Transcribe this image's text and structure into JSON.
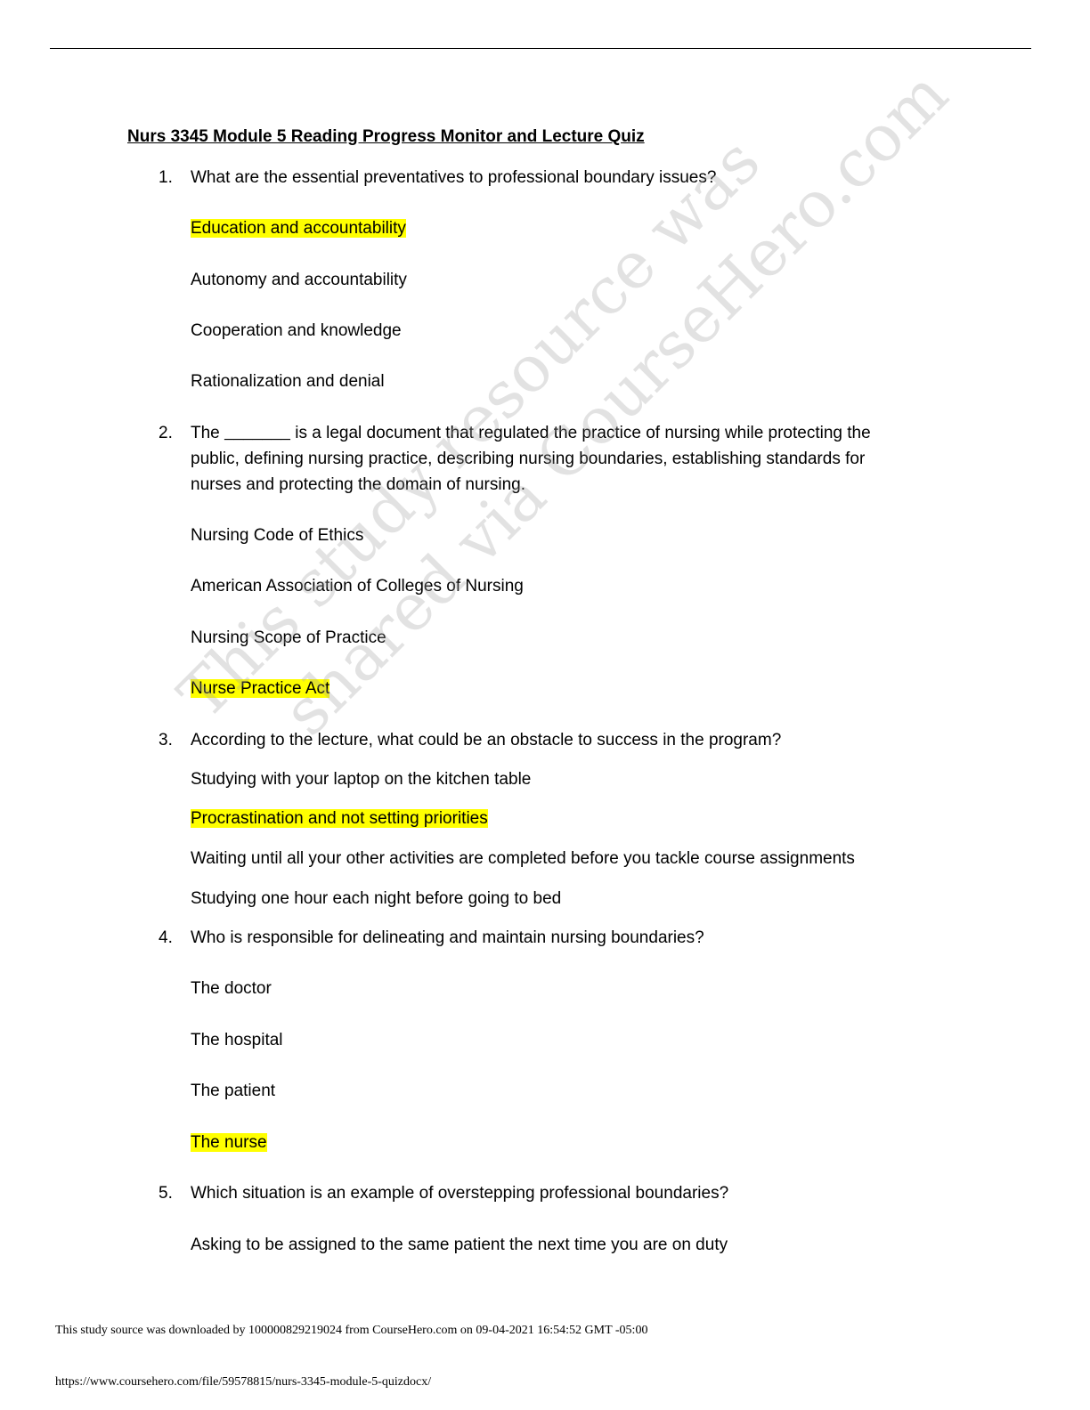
{
  "title": "Nurs 3345 Module 5 Reading Progress Monitor and Lecture Quiz",
  "questions": [
    {
      "number": "1.",
      "text": "What are the essential preventatives to professional boundary issues?",
      "options": [
        "Education and accountability",
        "Autonomy and accountability",
        "Cooperation and knowledge",
        "Rationalization and denial"
      ]
    },
    {
      "number": "2.",
      "text_before_blank": "The ",
      "blank": "_______",
      "text_after_blank": " is a legal document that regulated the practice of nursing while protecting the",
      "text_line2": "public, defining nursing practice, describing nursing boundaries, establishing standards for",
      "text_line3": "nurses and protecting the domain of nursing.",
      "options": [
        "Nursing Code of Ethics",
        "American Association of Colleges of Nursing",
        "Nursing Scope of Practice",
        "Nurse Practice Act"
      ]
    },
    {
      "number": "3.",
      "text": "According to the lecture, what could be an obstacle to success in the program?",
      "options": [
        "Studying with your laptop on the kitchen table",
        "Procrastination and not setting priorities",
        "Waiting until all your other activities are completed before you tackle course assignments",
        "Studying one hour each night before going to bed"
      ]
    },
    {
      "number": "4.",
      "text": "Who is responsible for delineating and maintain nursing boundaries?",
      "options": [
        "The doctor",
        "The hospital",
        "The patient",
        "The nurse"
      ]
    },
    {
      "number": "5.",
      "text": "Which situation is an example of overstepping professional boundaries?",
      "options": [
        "Asking to be assigned to the same patient the next time you are on duty"
      ]
    }
  ],
  "highlight_color": "#ffff00",
  "watermark": {
    "line1": "This study resource was",
    "line2": "shared via CourseHero.com"
  },
  "footer": {
    "download_note": "This study source was downloaded by 100000829219024 from CourseHero.com on 09-04-2021 16:54:52 GMT -05:00",
    "url": "https://www.coursehero.com/file/59578815/nurs-3345-module-5-quizdocx/"
  }
}
